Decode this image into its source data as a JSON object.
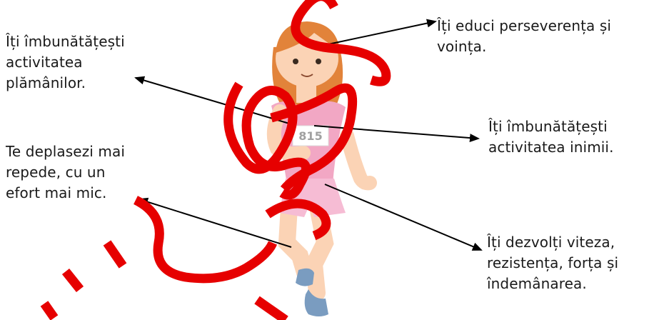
{
  "labels": {
    "lungs": "Îți îmbunătățești\nactivitatea\nplămânilor.",
    "faster": "Te deplasezi mai\nrepede, cu un\nefort mai mic.",
    "will": "Îți educi perseverența și\nvoința.",
    "heart": "Îți îmbunătățești\nactivitatea inimii.",
    "speed": "Îți dezvolți viteza,\nrezistența, forța și\nîndemânarea."
  },
  "runner": {
    "bib_number": "815"
  },
  "colors": {
    "text": "#1a1a1a",
    "arrow": "#000000",
    "shirt": "#f2a7c4",
    "skin": "#fbd3b5",
    "hair": "#e2833a",
    "shoe": "#7a9cc0",
    "watermark": "#e60000"
  }
}
